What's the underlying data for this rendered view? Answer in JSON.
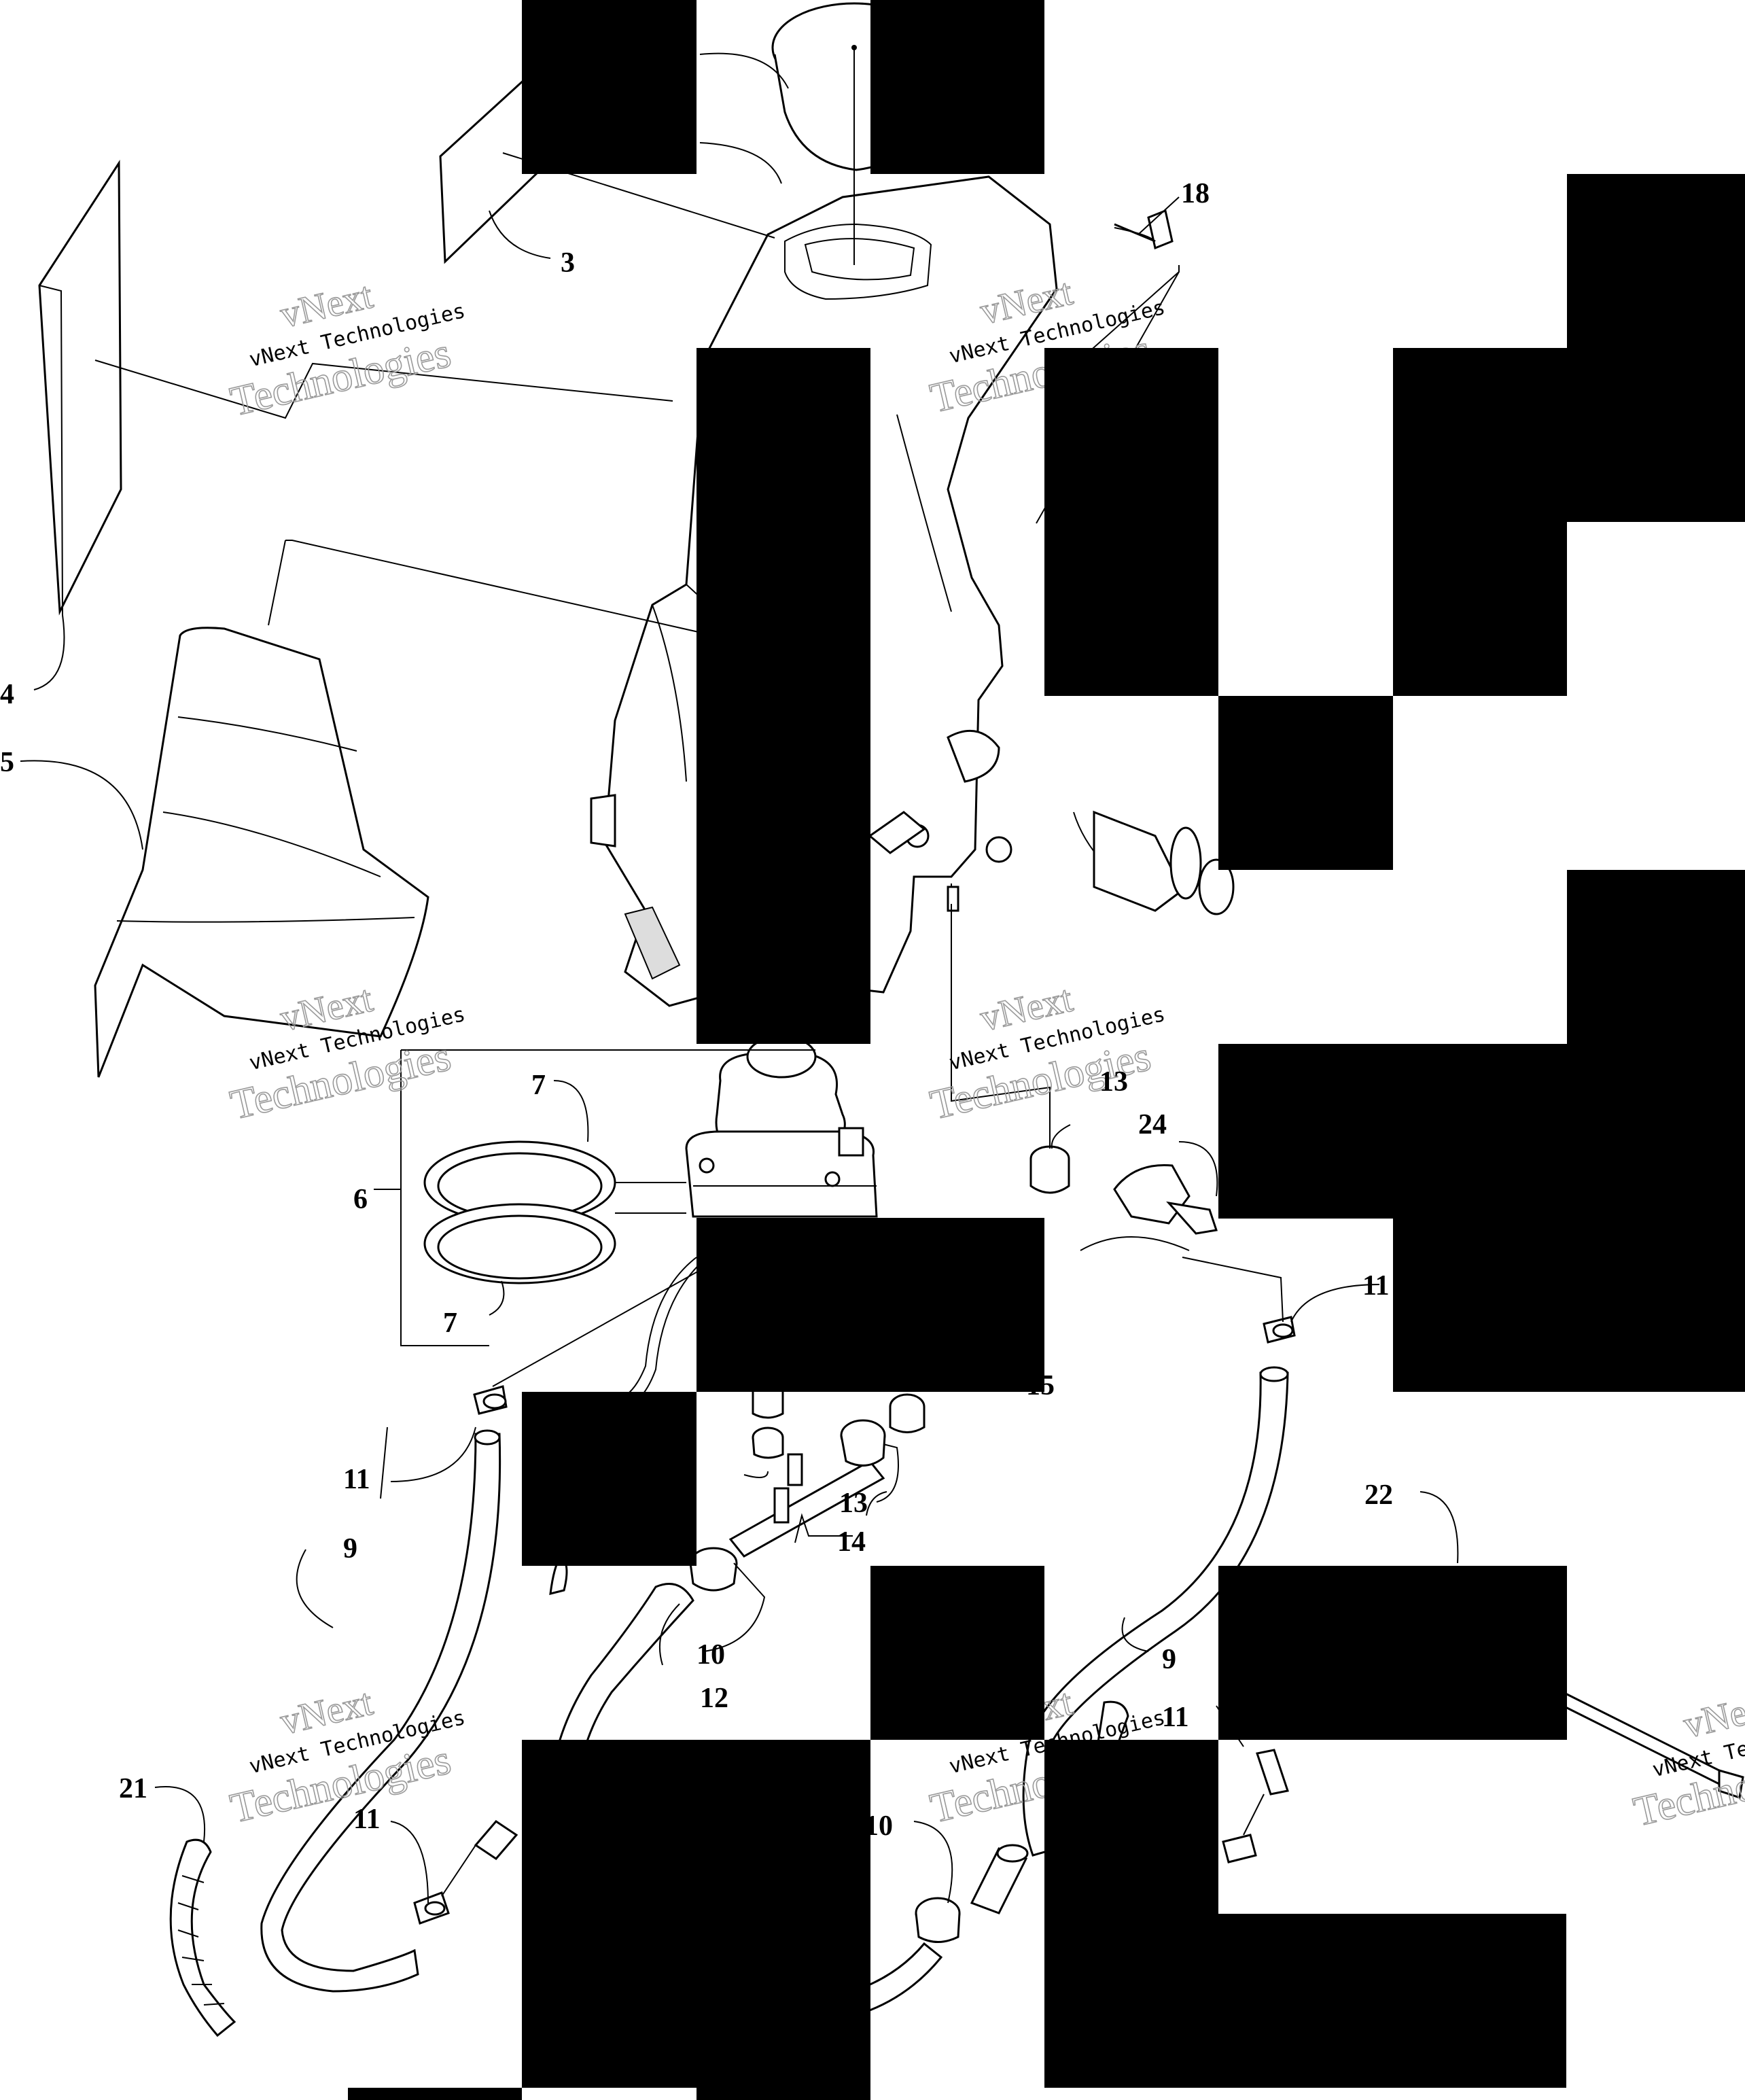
{
  "colors": {
    "background": "#ffffff",
    "ink": "#000000",
    "watermark": "#9a9a9a",
    "redaction": "#000000"
  },
  "watermark": {
    "line0": "vNext",
    "line1": "vNext Technologies",
    "line2": "Technologies"
  },
  "callouts": {
    "c3": "3",
    "c4": "4",
    "c5": "5",
    "c6": "6",
    "c7a": "7",
    "c7b": "7",
    "c9a": "9",
    "c9b": "9",
    "c10a": "10",
    "c10b": "10",
    "c11a": "11",
    "c11b": "11",
    "c11c": "11",
    "c11d": "11",
    "c12": "12",
    "c13a": "13",
    "c13b": "13",
    "c14": "14",
    "c15": "15",
    "c18": "18",
    "c21": "21",
    "c22": "22",
    "c24": "24"
  }
}
